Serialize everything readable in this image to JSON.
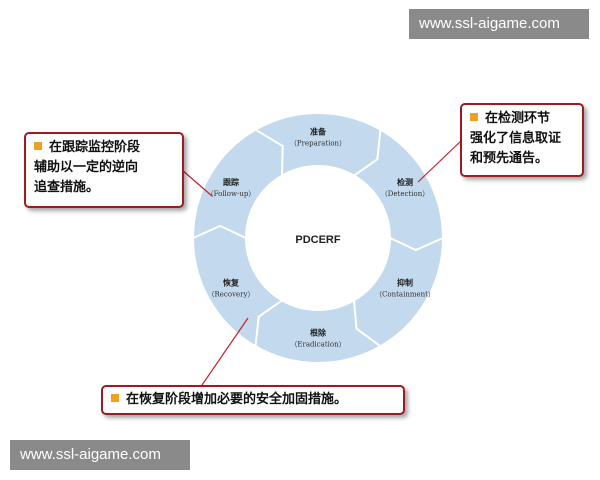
{
  "watermark": {
    "top": "www.ssl-aigame.com",
    "bottom": "www.ssl-aigame.com"
  },
  "diagram": {
    "center": "PDCERF",
    "segments": [
      {
        "cn": "准备",
        "en": "（Preparation）"
      },
      {
        "cn": "检测",
        "en": "（Detection）"
      },
      {
        "cn": "抑制",
        "en": "（Containment）"
      },
      {
        "cn": "根除",
        "en": "（Eradication）"
      },
      {
        "cn": "恢复",
        "en": "（Recovery）"
      },
      {
        "cn": "跟踪",
        "en": "（Follow-up）"
      }
    ]
  },
  "callouts": {
    "left": [
      "在跟踪监控阶段",
      "辅助以一定的逆向",
      "追查措施。"
    ],
    "right": [
      "在检测环节",
      "强化了信息取证",
      "和预先通告。"
    ],
    "bottom": [
      "在恢复阶段增加必要的安全加固措施。"
    ]
  },
  "colors": {
    "segment_fill": "#c3d9ee",
    "callout_border": "#9e1b22",
    "bullet": "#f0a020",
    "leader": "#c8202a"
  }
}
